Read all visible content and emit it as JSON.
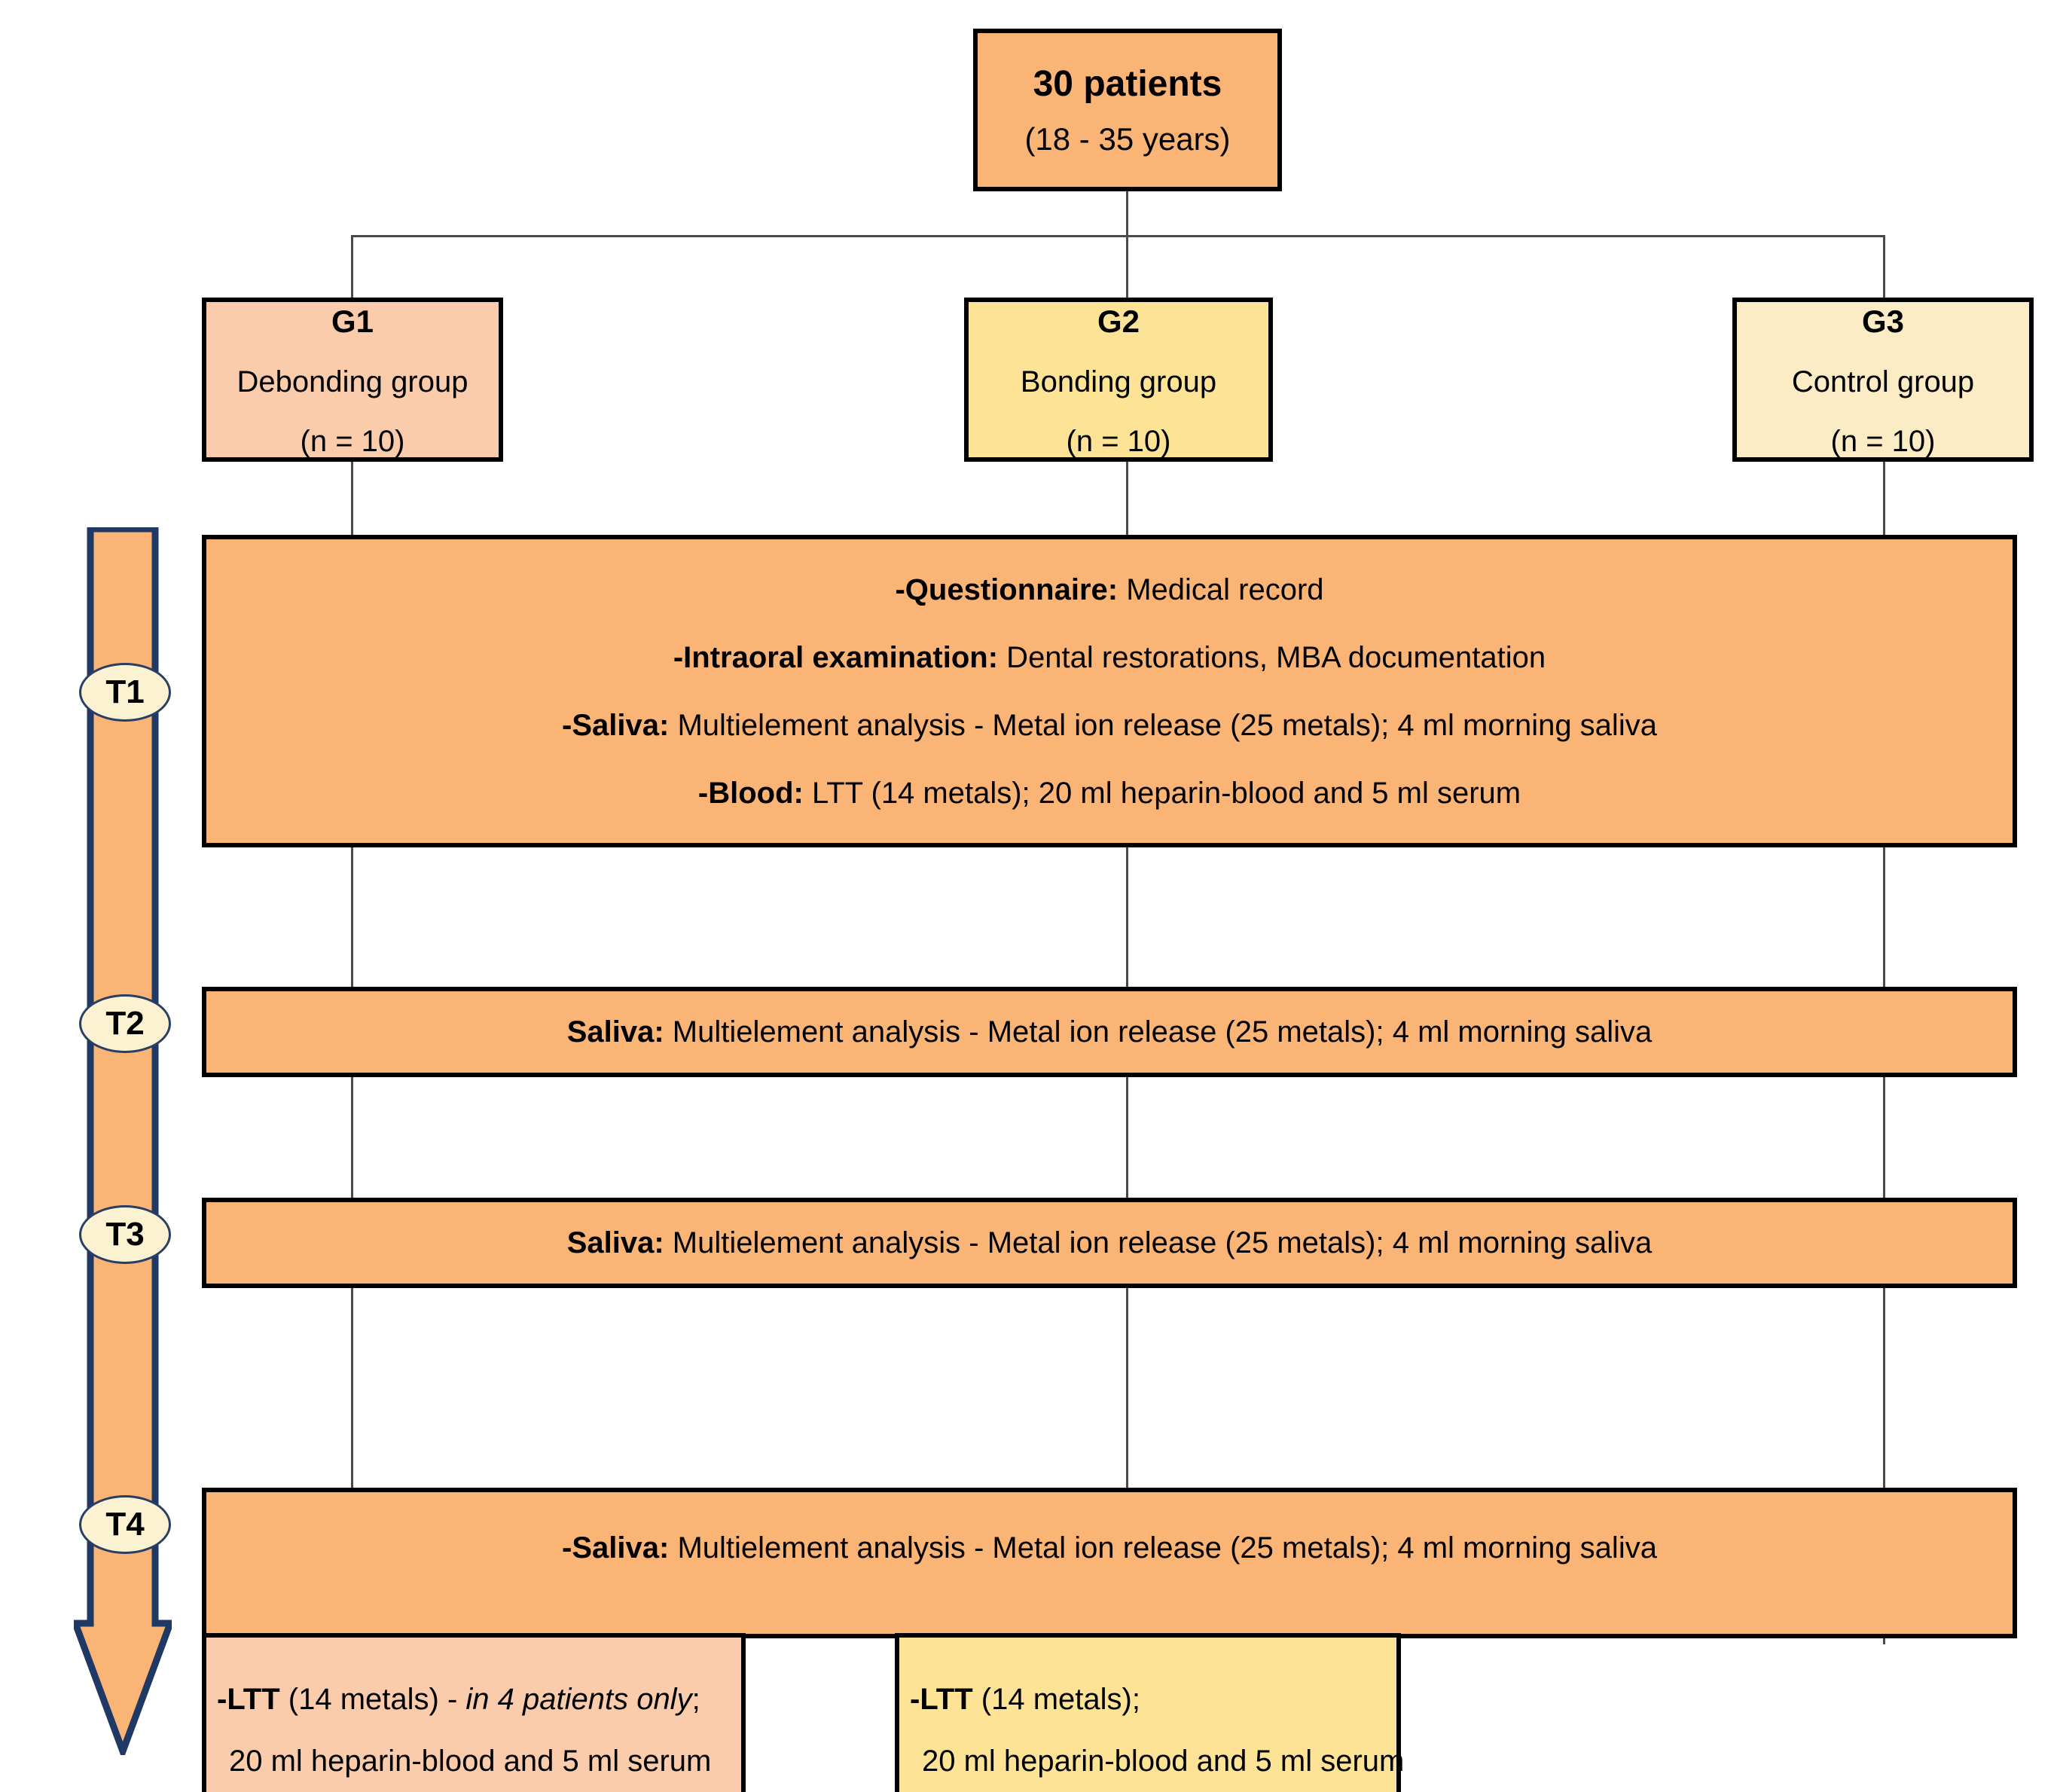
{
  "diagram": {
    "title_box": {
      "title": "30 patients",
      "subtitle": "(18 - 35 years)"
    },
    "groups": [
      {
        "id": "G1",
        "label": "G1",
        "name": "Debonding group",
        "n": "(n = 10)",
        "color": "#FBCCAB"
      },
      {
        "id": "G2",
        "label": "G2",
        "name": "Bonding group",
        "n": "(n = 10)",
        "color": "#FCE395"
      },
      {
        "id": "G3",
        "label": "G3",
        "name": "Control group",
        "n": "(n = 10)",
        "color": "#FBECC5"
      }
    ],
    "timepoints": [
      {
        "id": "T1",
        "label": "T1"
      },
      {
        "id": "T2",
        "label": "T2"
      },
      {
        "id": "T3",
        "label": "T3"
      },
      {
        "id": "T4",
        "label": "T4"
      }
    ],
    "t1_bar": {
      "lines": [
        {
          "bold": "-Questionnaire:",
          "rest": " Medical record"
        },
        {
          "bold": "-Intraoral examination:",
          "rest": " Dental restorations, MBA documentation"
        },
        {
          "bold": "-Saliva:",
          "rest": " Multielement analysis - Metal ion release (25 metals); 4 ml morning saliva"
        },
        {
          "bold": "-Blood:",
          "rest": " LTT (14 metals); 20 ml heparin-blood and 5 ml serum"
        }
      ]
    },
    "t2_bar": {
      "bold": "Saliva:",
      "rest": " Multielement analysis - Metal ion release (25 metals); 4 ml morning saliva"
    },
    "t3_bar": {
      "bold": "Saliva:",
      "rest": " Multielement analysis - Metal ion release (25 metals); 4 ml morning saliva"
    },
    "t4_bar": {
      "bold": "-Saliva:",
      "rest": " Multielement analysis - Metal ion release (25 metals); 4 ml morning saliva"
    },
    "ltt_g1": {
      "line1_bold": "-LTT",
      "line1_rest": " (14 metals) - ",
      "line1_italic": "in 4 patients only",
      "line1_tail": ";",
      "line2": "20 ml heparin-blood and 5 ml serum"
    },
    "ltt_g2": {
      "line1_bold": "-LTT",
      "line1_rest": " (14 metals);",
      "line2": "20 ml heparin-blood and 5 ml serum"
    },
    "colors": {
      "bar_orange": "#FAB475",
      "arrow_fill": "#FAB475",
      "arrow_stroke": "#1F3864",
      "marker_fill": "#FBF2D2",
      "connector": "#4a4a4a",
      "border": "#000000"
    }
  }
}
